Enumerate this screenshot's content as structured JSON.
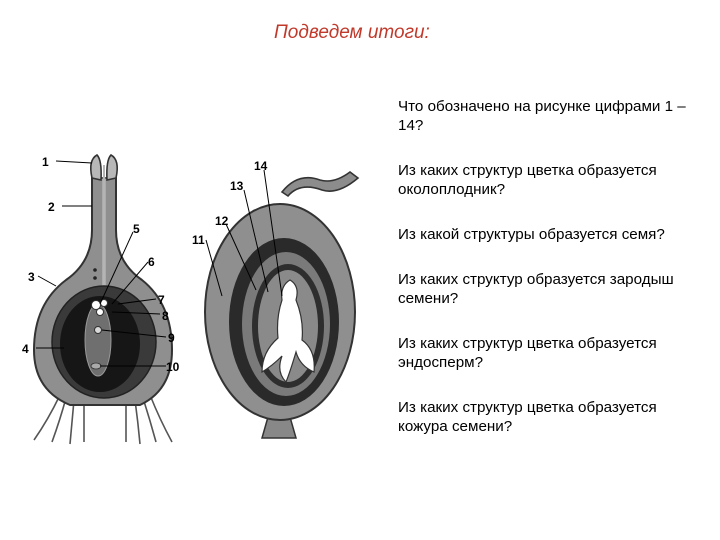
{
  "title": "Подведем итоги:",
  "diagram": {
    "labels": [
      "1",
      "2",
      "3",
      "4",
      "5",
      "6",
      "7",
      "8",
      "9",
      "10",
      "11",
      "12",
      "13",
      "14"
    ]
  },
  "questions": [
    "Что обозначено на рисунке цифрами 1 – 14?",
    "Из каких структур цветка образуется околоплодник?",
    "Из какой структуры образуется семя?",
    "Из каких структур образуется зародыш семени?",
    "Из каких структур цветка образуется эндосперм?",
    "Из каких структур цветка образуется кожура семени?"
  ],
  "colors": {
    "title": "#c0392b",
    "ovary_wall": "#8c8c8c",
    "dark_layer": "#1c1c1c",
    "ovule_gray": "#7a7a7a"
  }
}
